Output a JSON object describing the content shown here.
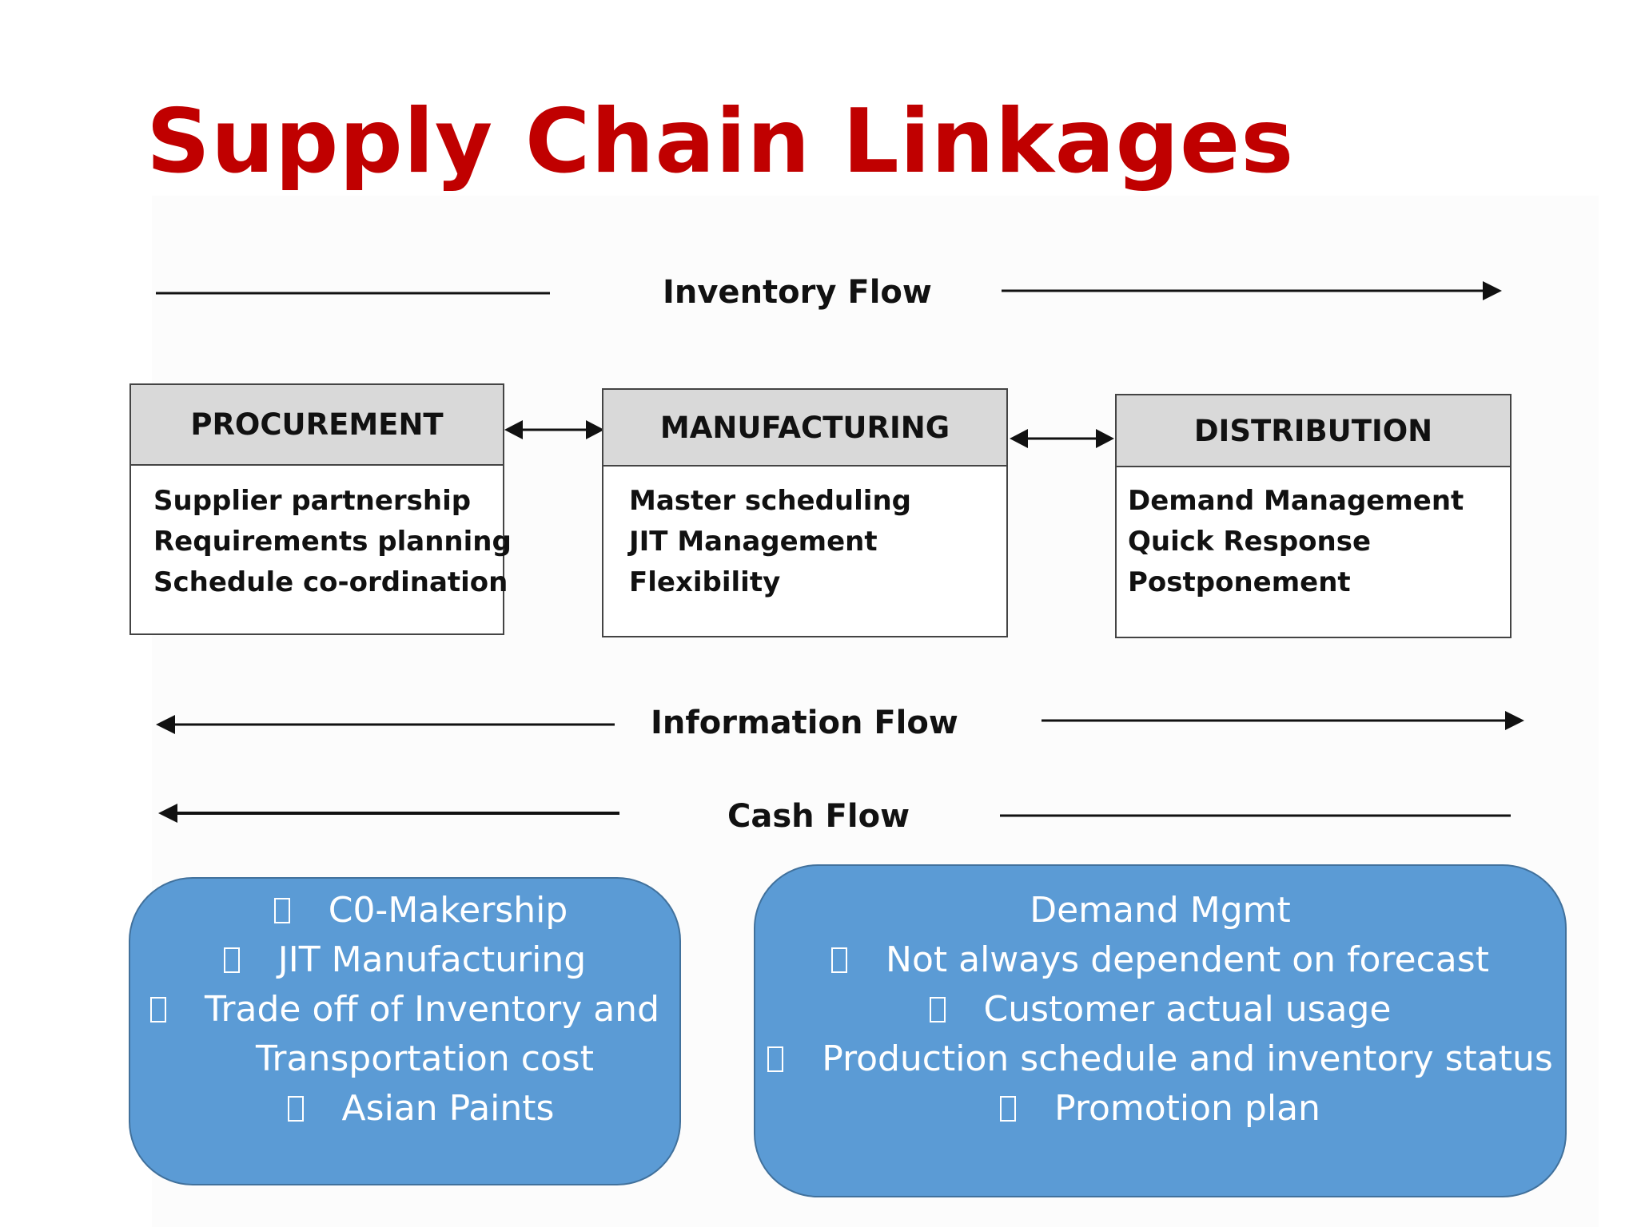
{
  "title": "Supply Chain Linkages",
  "flows": {
    "inventory": "Inventory Flow",
    "information": "Information Flow",
    "cash": "Cash Flow"
  },
  "stages": [
    {
      "heading": "PROCUREMENT",
      "items": [
        "Supplier partnership",
        "Requirements planning",
        "Schedule co-ordination"
      ]
    },
    {
      "heading": "MANUFACTURING",
      "items": [
        "Master scheduling",
        "JIT Management",
        "Flexibility"
      ]
    },
    {
      "heading": "DISTRIBUTION",
      "items": [
        "Demand Management",
        "Quick Response",
        "Postponement"
      ]
    }
  ],
  "left_note": {
    "lines": [
      "C0-Makership",
      "JIT Manufacturing",
      "Trade off of Inventory and",
      "Transportation cost",
      "Asian Paints"
    ]
  },
  "right_note": {
    "lines": [
      "Demand Mgmt",
      "Not always dependent on forecast",
      "Customer actual usage",
      "Production schedule and inventory status",
      "Promotion plan"
    ]
  },
  "colors": {
    "title": "#c00000",
    "header_fill": "#d9d9d9",
    "note_fill": "#5b9bd5",
    "note_border": "#41719c"
  }
}
